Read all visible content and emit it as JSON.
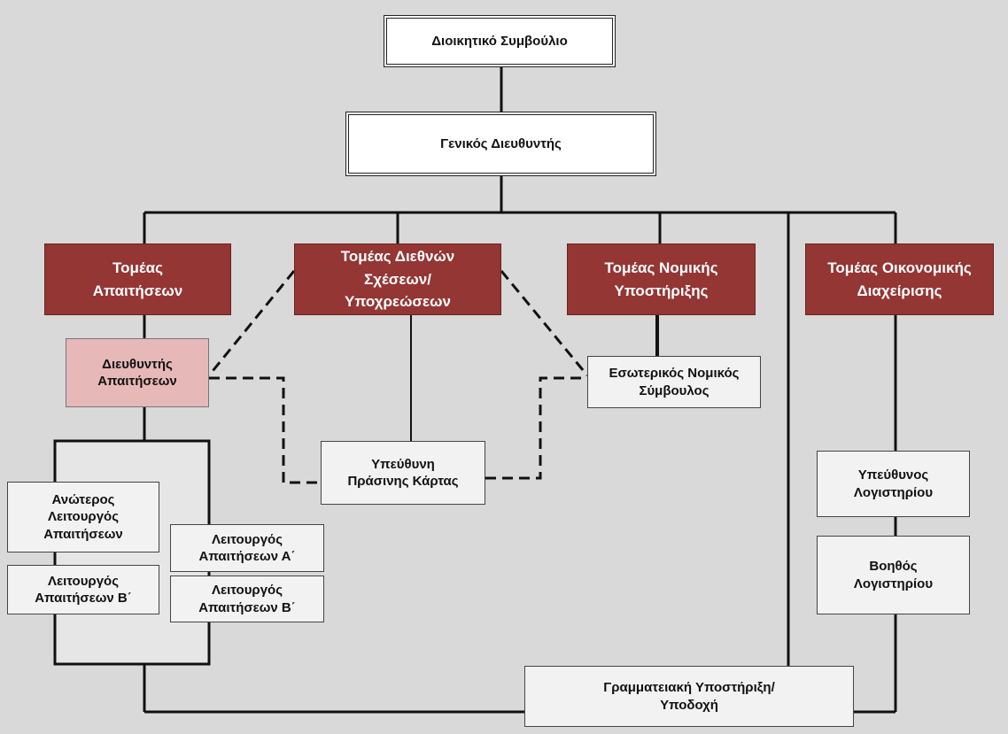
{
  "board": "Διοικητικό Συμβούλιο",
  "general_manager": "Γενικός Διευθυντής",
  "sectors": {
    "claims": "Τομέας\nΑπαιτήσεων",
    "international": "Τομέας Διεθνών\nΣχέσεων/\nΥποχρεώσεων",
    "legal": "Τομέας Νομικής\nΥποστήριξης",
    "finance": "Τομέας Οικονομικής\nΔιαχείρισης"
  },
  "claims_director": "Διευθυντής\nΑπαιτήσεων",
  "staff": {
    "senior_officer": "Ανώτερος\nΛειτουργός\nΑπαιτήσεων",
    "officer_b_left": "Λειτουργός\nΑπαιτήσεων Β΄",
    "officer_a": "Λειτουργός\nΑπαιτήσεων Α΄",
    "officer_b_right": "Λειτουργός\nΑπαιτήσεων Β΄"
  },
  "green_card": "Υπεύθυνη\nΠράσινης Κάρτας",
  "legal_advisor": "Εσωτερικός Νομικός\nΣύμβουλος",
  "accounting_head": "Υπεύθυνος\nΛογιστηρίου",
  "accounting_assistant": "Βοηθός\nΛογιστηρίου",
  "secretariat": "Γραμματειακή Υποστήριξη/\nΥποδοχή",
  "colors": {
    "sector_fill": "#943634",
    "director_fill": "#e6b9b8",
    "background": "#d9d9d9"
  }
}
